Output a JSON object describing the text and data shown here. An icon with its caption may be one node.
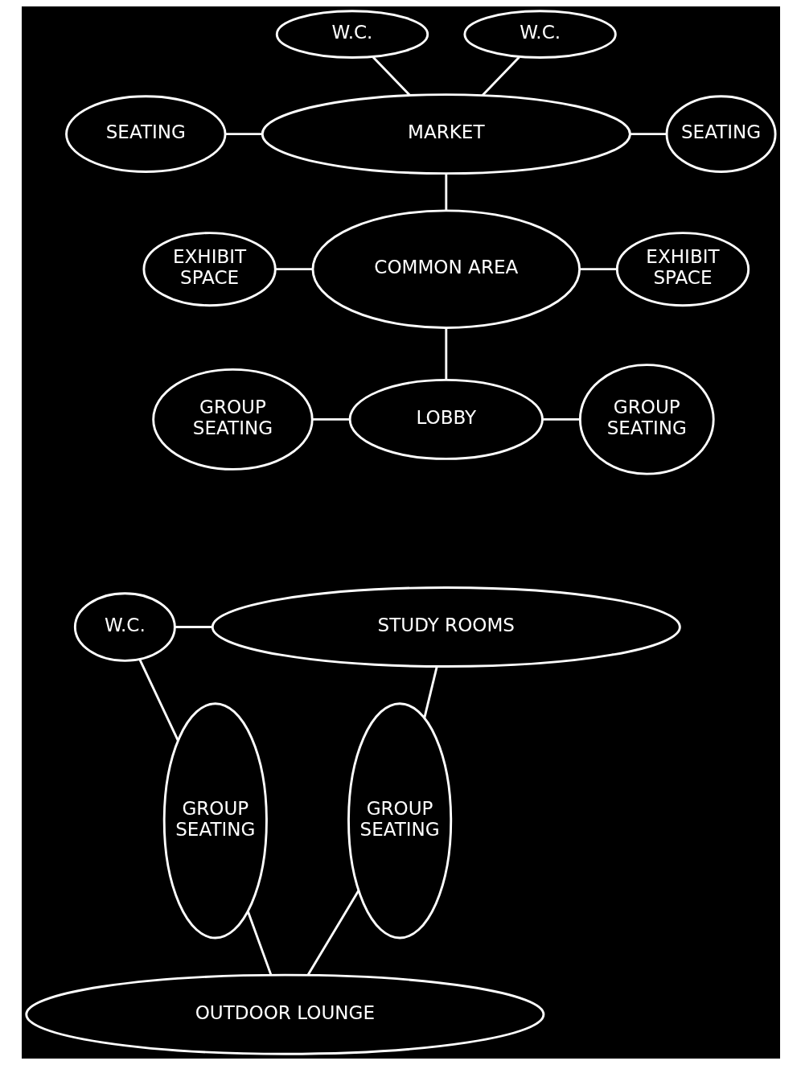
{
  "diagram": {
    "nodes": [
      {
        "text": [
          "W.C."
        ]
      },
      {
        "text": [
          "W.C."
        ]
      },
      {
        "text": [
          "SEATING"
        ]
      },
      {
        "text": [
          "MARKET"
        ]
      },
      {
        "text": [
          "SEATING"
        ]
      },
      {
        "text": [
          "EXHIBIT SPACE"
        ]
      },
      {
        "text": [
          "COMMON AREA"
        ]
      },
      {
        "text": [
          "EXHIBIT SPACE"
        ]
      },
      {
        "text": [
          "GROUP SEATING"
        ]
      },
      {
        "text": [
          "LOBBY"
        ]
      },
      {
        "text": [
          "GROUP SEATING"
        ]
      },
      {
        "text": [
          "W.C."
        ]
      },
      {
        "text": [
          "STUDY ROOMS"
        ]
      },
      {
        "text": [
          "GROUP SEATING"
        ]
      },
      {
        "text": [
          "GROUP SEATING"
        ]
      },
      {
        "text": [
          "OUTDOOR LOUNGE"
        ]
      }
    ],
    "edges": [
      {
        "from": 0,
        "to": 3,
        "arrow": "none"
      },
      {
        "from": 1,
        "to": 3,
        "arrow": "none"
      },
      {
        "from": 2,
        "to": 3,
        "arrow": "none"
      },
      {
        "from": 3,
        "to": 4,
        "arrow": "none"
      },
      {
        "from": 3,
        "to": 6,
        "arrow": "none"
      },
      {
        "from": 5,
        "to": 6,
        "arrow": "none"
      },
      {
        "from": 6,
        "to": 7,
        "arrow": "none"
      },
      {
        "from": 6,
        "to": 9,
        "arrow": "none"
      },
      {
        "from": 8,
        "to": 9,
        "arrow": "none"
      },
      {
        "from": 9,
        "to": 10,
        "arrow": "none"
      },
      {
        "from": 11,
        "to": 12,
        "arrow": "none"
      },
      {
        "from": 11,
        "to": 13,
        "arrow": "none"
      },
      {
        "from": 12,
        "to": 14,
        "arrow": "none"
      },
      {
        "from": 13,
        "to": 15,
        "arrow": "none"
      },
      {
        "from": 14,
        "to": 15,
        "arrow": "none"
      }
    ]
  }
}
